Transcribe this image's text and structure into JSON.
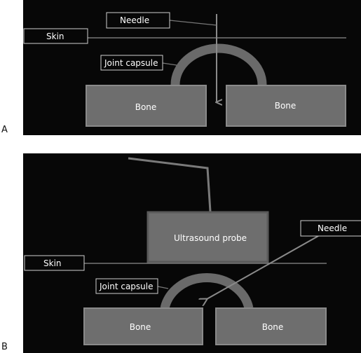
{
  "panels": [
    {
      "letter": "A",
      "labels": {
        "needle": "Needle",
        "skin": "Skin",
        "joint_capsule": "Joint capsule",
        "bone_left": "Bone",
        "bone_right": "Bone"
      }
    },
    {
      "letter": "B",
      "labels": {
        "probe": "Ultrasound probe",
        "needle": "Needle",
        "skin": "Skin",
        "joint_capsule": "Joint capsule",
        "bone_left": "Bone",
        "bone_right": "Bone"
      }
    }
  ],
  "colors": {
    "background": "#070707",
    "bone_fill": "#6e6e6e",
    "bone_stroke": "#8a8a8a",
    "capsule": "#6a6a6a",
    "line": "#777777",
    "tag_border": "#cfcfcf"
  }
}
